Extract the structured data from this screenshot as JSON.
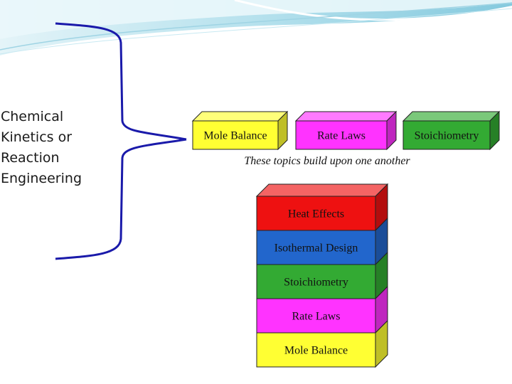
{
  "title": "Chemical\nKinetics or\nReaction\nEngineering",
  "caption": "These topics build upon one another",
  "top_row": [
    {
      "label": "Mole Balance",
      "color": "#ffff33"
    },
    {
      "label": "Rate Laws",
      "color": "#ff33ff"
    },
    {
      "label": "Stoichiometry",
      "color": "#33aa33"
    }
  ],
  "stack": [
    {
      "label": "Heat Effects",
      "color": "#ee1111"
    },
    {
      "label": "Isothermal Design",
      "color": "#2266cc"
    },
    {
      "label": "Stoichiometry",
      "color": "#33aa33"
    },
    {
      "label": "Rate Laws",
      "color": "#ff33ff"
    },
    {
      "label": "Mole Balance",
      "color": "#ffff33"
    }
  ],
  "colors": {
    "bracket": "#1a1aaa",
    "banner_light": "#bfe6f0",
    "banner_mid": "#7cc6dc"
  }
}
